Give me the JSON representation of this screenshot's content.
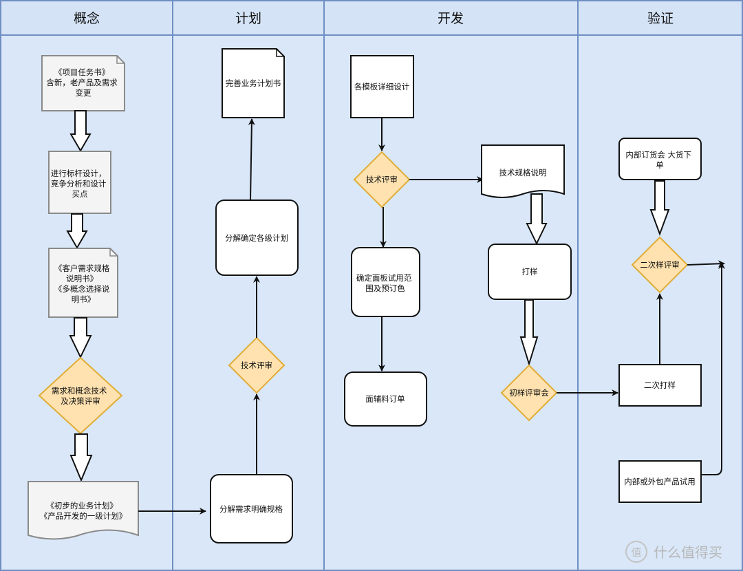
{
  "lanes": [
    "概念",
    "计划",
    "开发",
    "验证"
  ],
  "nodes": {
    "project_brief": [
      "《项目任务书》",
      "含新，老产品及需求",
      "变更"
    ],
    "benchmark": [
      "进行标杆设计，",
      "竞争分析和设计",
      "买点"
    ],
    "req_spec": [
      "《客户需求规格",
      "说明书》",
      "《多概念选择说",
      "明书》"
    ],
    "concept_review": [
      "需求和概念技术",
      "及决策评审"
    ],
    "initial_plan": [
      "《初步的业务计划》",
      "《产品开发的一级计划》"
    ],
    "refine_plan": [
      "完善业务计划书"
    ],
    "decompose_plans": [
      "分解确定各级计划"
    ],
    "plan_tech_review": [
      "技术评审"
    ],
    "decompose_req": [
      "分解需求明确规格"
    ],
    "module_design": [
      "各模板详细设计"
    ],
    "dev_tech_review": [
      "技术评审"
    ],
    "fabric_scope": [
      "确定面板试用范",
      "围及预订色"
    ],
    "material_order": [
      "面辅料订单"
    ],
    "tech_spec": [
      "技术规格说明"
    ],
    "sampling": [
      "打样"
    ],
    "first_sample_review": [
      "初样评审会"
    ],
    "internal_order": [
      "内部订货会   大货下",
      "单"
    ],
    "second_review": [
      "二次样评审"
    ],
    "second_sampling": [
      "二次打样"
    ],
    "product_trial": [
      "内部或外包产品试用"
    ]
  },
  "watermark": {
    "text": "什么值得买",
    "badge": "值"
  }
}
